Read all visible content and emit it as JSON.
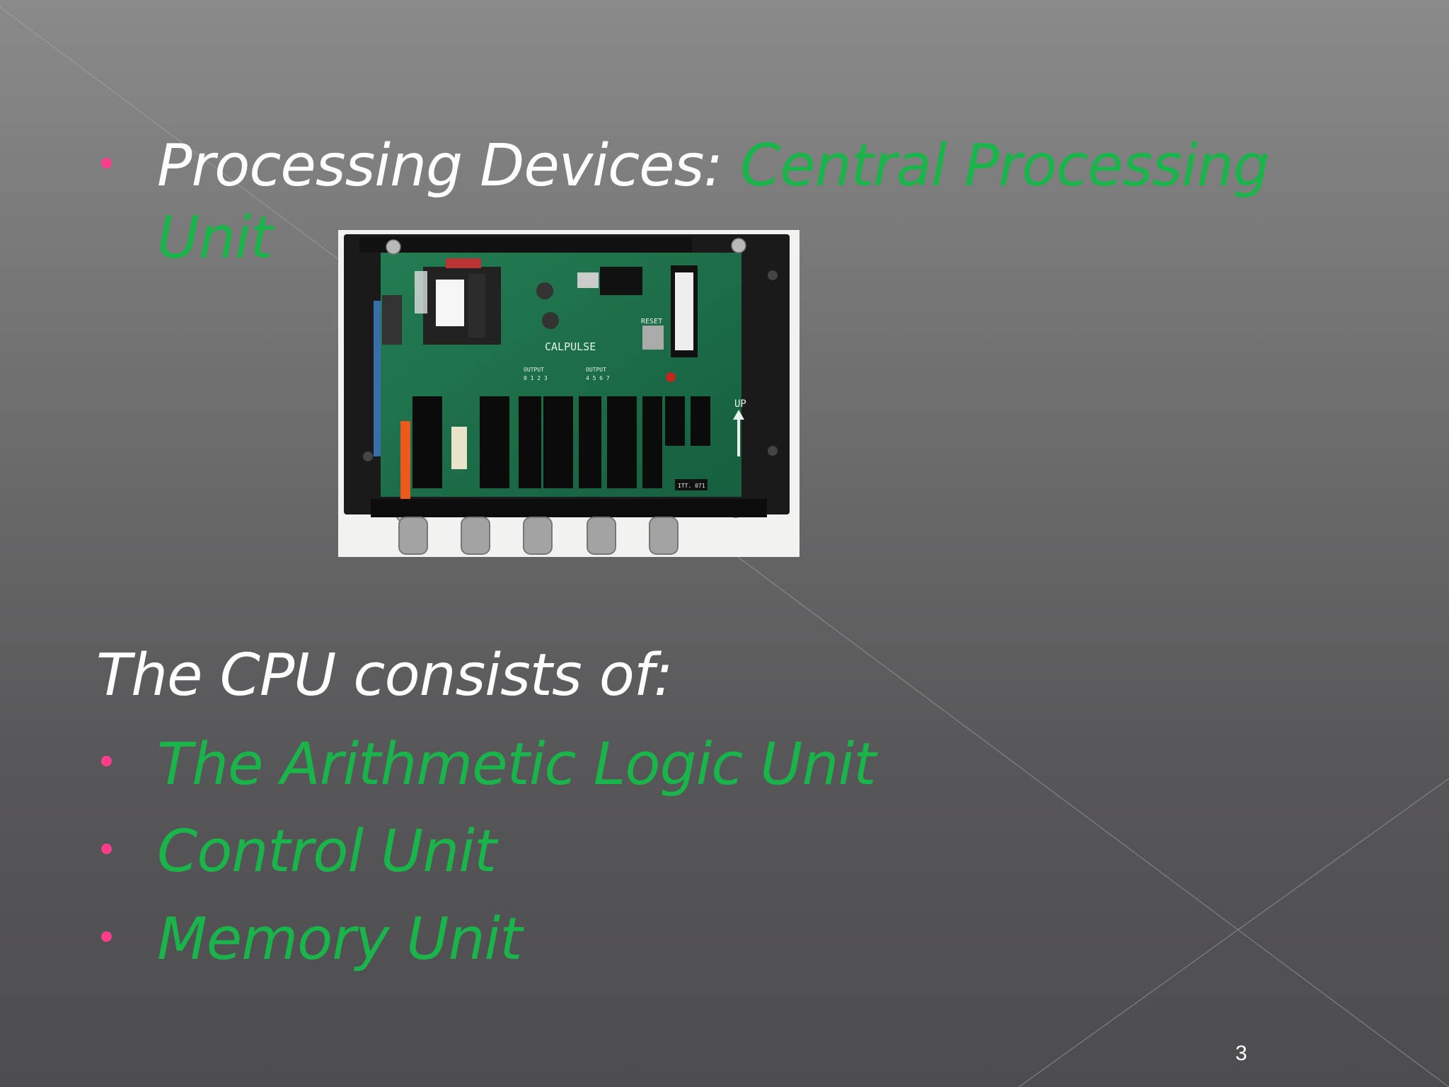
{
  "slide": {
    "heading_label": "Processing Devices:",
    "heading_value_line1": "Central Processing",
    "heading_value_line2": "Unit",
    "intro": "The CPU consists of:",
    "items": [
      "The Arithmetic Logic Unit",
      "Control Unit",
      "Memory Unit"
    ],
    "page_number": "3"
  },
  "image": {
    "description_icon": "circuit-board-photo",
    "board_label": "CALPULSE",
    "reset_label": "RESET",
    "up_label": "UP",
    "output_label_1": "OUTPUT",
    "output_label_2": "OUTPUT",
    "output_digits_1": "0 1 2 3",
    "output_digits_2": "4 5 6 7",
    "chip_label": "ITT. 071"
  },
  "colors": {
    "accent_green": "#19b54a",
    "bullet_pink": "#ff3d8b",
    "text_white": "#ffffff",
    "board_green": "#1c6f4a"
  }
}
